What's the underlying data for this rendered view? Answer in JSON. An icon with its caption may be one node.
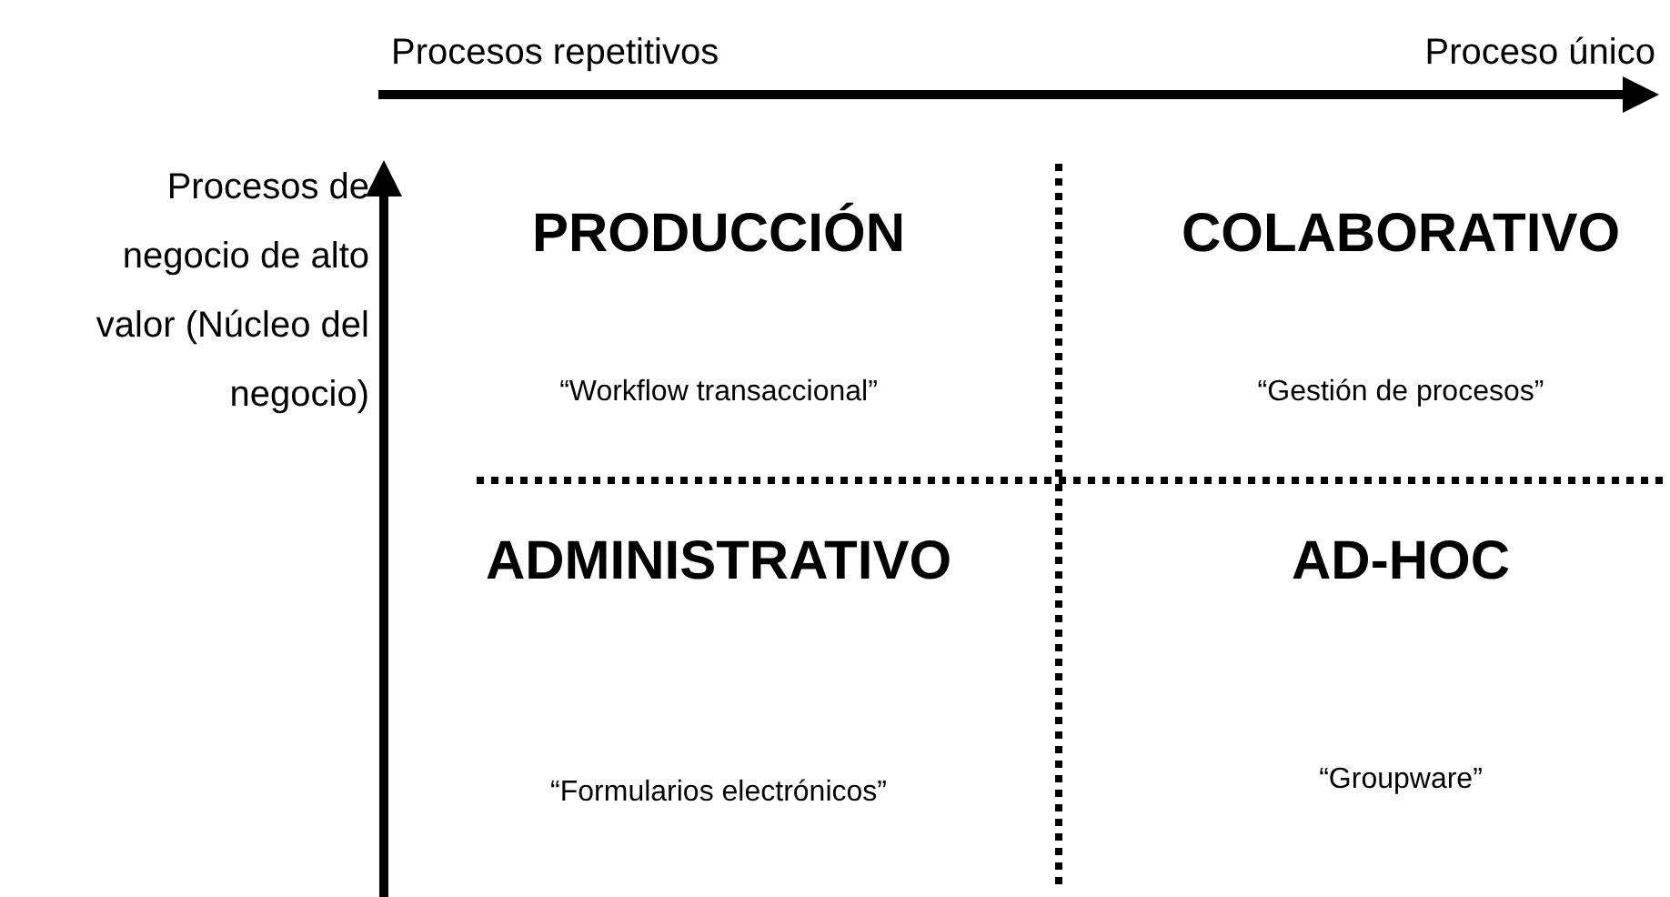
{
  "diagram": {
    "labels": [
      "Procesos repetitivos",
      "Proceso único",
      "Procesos de negocio de alto valor (Núcleo del negocio)",
      "PRODUCCIÓN",
      "COLABORATIVO",
      "“Workflow transaccional”",
      "“Gestión de procesos”",
      "ADMINISTRATIVO",
      "AD-HOC",
      "“Formularios electrónicos”",
      "“Groupware”"
    ]
  }
}
